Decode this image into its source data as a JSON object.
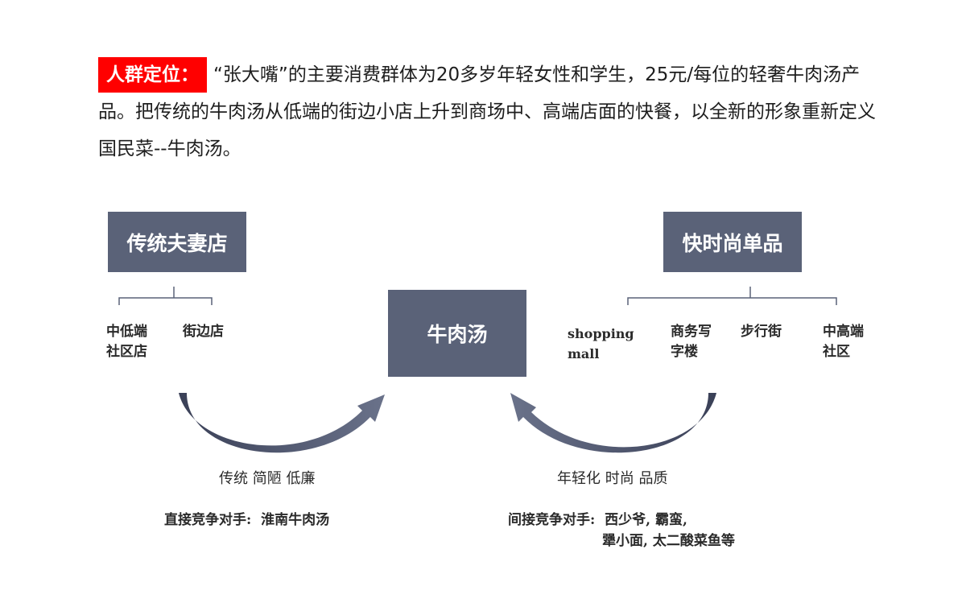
{
  "intro": {
    "tag": "人群定位：",
    "text": "“张大嘴”的主要消费群体为20多岁年轻女性和学生，25元/每位的轻奢牛肉汤产品。把传统的牛肉汤从低端的街边小店上升到商场中、高端店面的快餐，以全新的形象重新定义国民菜--牛肉汤。"
  },
  "diagram": {
    "left_box": "传统夫妻店",
    "left_children": [
      "中低端\n社区店",
      "街边店"
    ],
    "center_box": "牛肉汤",
    "right_box": "快时尚单品",
    "right_children": [
      "shopping\nmall",
      "商务写\n字楼",
      "步行街",
      "中高端\n社区"
    ],
    "left_traits": "传统 简陋 低廉",
    "right_traits": "年轻化 时尚 品质",
    "left_competitors": "直接竞争对手:  淮南牛肉汤",
    "right_competitors_line1": "间接竞争对手:  西少爷, 霸蛮,",
    "right_competitors_line2": "犟小面, 太二酸菜鱼等"
  },
  "colors": {
    "box": "#5a6278",
    "tag": "#ff0000",
    "arrow": "#3f465c"
  }
}
